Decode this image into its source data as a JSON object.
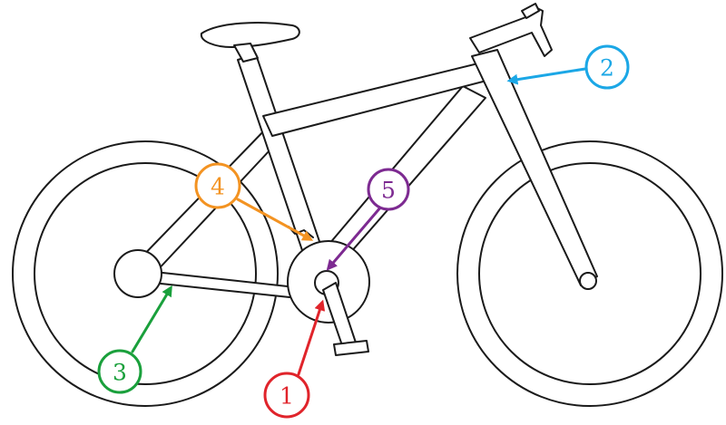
{
  "diagram": {
    "subject": "bicycle",
    "callouts": [
      {
        "id": "1",
        "label": "1",
        "color": "#e0242b"
      },
      {
        "id": "2",
        "label": "2",
        "color": "#1ba7e6"
      },
      {
        "id": "3",
        "label": "3",
        "color": "#1aa03c"
      },
      {
        "id": "4",
        "label": "4",
        "color": "#f39322"
      },
      {
        "id": "5",
        "label": "5",
        "color": "#7d2a91"
      }
    ]
  }
}
